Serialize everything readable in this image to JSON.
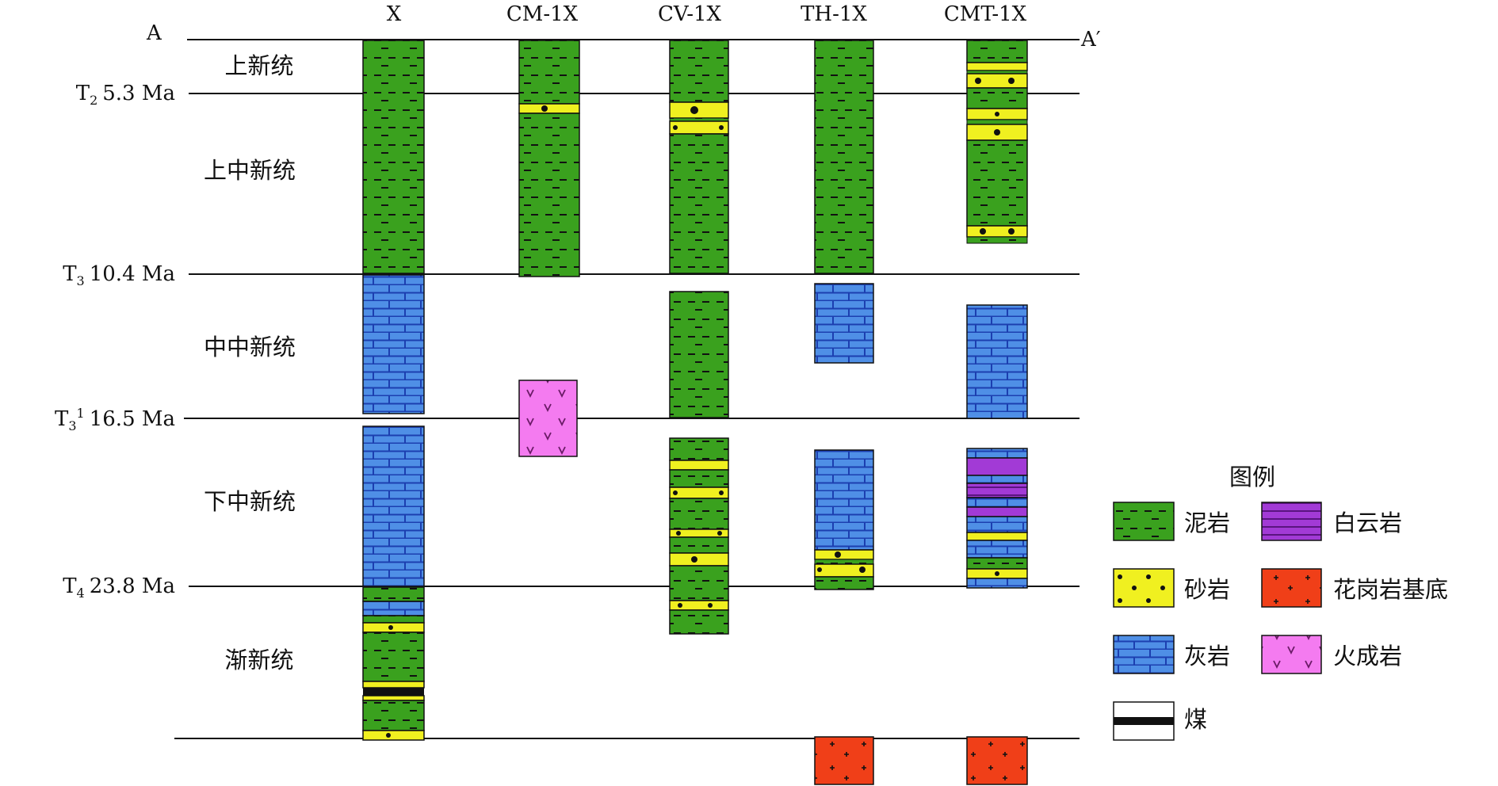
{
  "section": {
    "start_label": "A",
    "end_label": "A′"
  },
  "wells": [
    "X",
    "CM-1X",
    "CV-1X",
    "TH-1X",
    "CMT-1X"
  ],
  "horizons": [
    {
      "name": "T",
      "sub": "2",
      "sup": "",
      "age": "5.3 Ma"
    },
    {
      "name": "T",
      "sub": "3",
      "sup": "",
      "age": "10.4 Ma"
    },
    {
      "name": "T",
      "sub": "3",
      "sup": "1",
      "age": "16.5 Ma"
    },
    {
      "name": "T",
      "sub": "4",
      "sup": "",
      "age": "23.8 Ma"
    }
  ],
  "series": [
    "上新统",
    "上中新统",
    "中中新统",
    "下中新统",
    "渐新统"
  ],
  "legend": {
    "title": "图例",
    "items": [
      {
        "key": "mudstone",
        "label": "泥岩"
      },
      {
        "key": "dolomite",
        "label": "白云岩"
      },
      {
        "key": "sandstone",
        "label": "砂岩"
      },
      {
        "key": "granite",
        "label": "花岗岩基底"
      },
      {
        "key": "limestone",
        "label": "灰岩"
      },
      {
        "key": "igneous",
        "label": "火成岩"
      },
      {
        "key": "coal",
        "label": "煤"
      }
    ]
  },
  "colors": {
    "mudstone": "#3aa11e",
    "sandstone": "#f0f020",
    "limestone": "#4f8fe6",
    "dolomite": "#a23ad6",
    "granite": "#f03f18",
    "igneous": "#f47bf0",
    "coal": "#111111"
  }
}
